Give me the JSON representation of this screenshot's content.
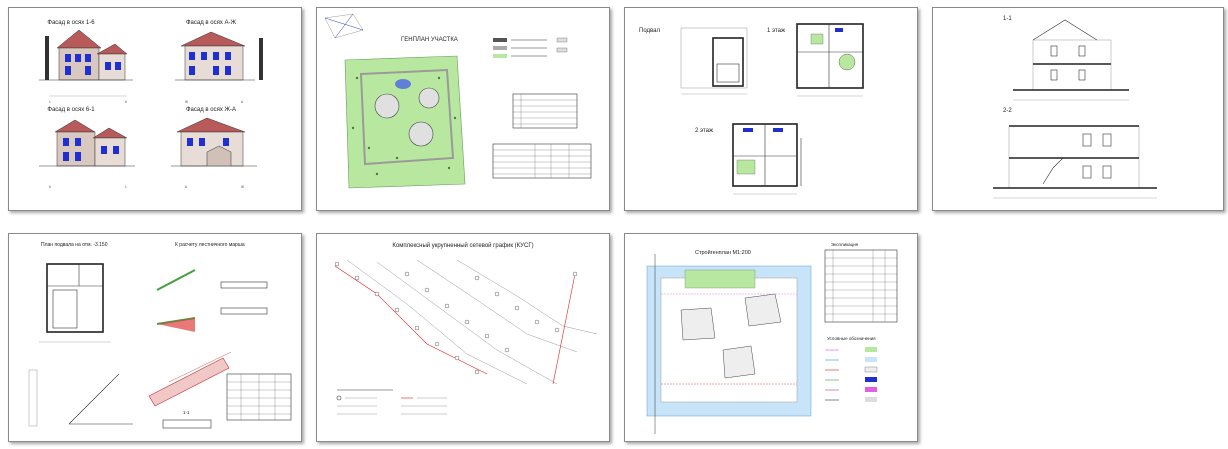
{
  "sheets": [
    {
      "id": "facades",
      "titles": [
        "Фасад в осях 1-6",
        "Фасад в осях А-Ж",
        "Фасад в осях 6-1",
        "Фасад в осях Ж-А"
      ]
    },
    {
      "id": "site-plan",
      "title": "ГЕНПЛАН  УЧАСТКА"
    },
    {
      "id": "floor-plans",
      "titles": [
        "Подвал",
        "1 этаж",
        "2 этаж"
      ]
    },
    {
      "id": "sections",
      "titles": [
        "1-1",
        "2-2"
      ]
    },
    {
      "id": "foundation",
      "titles": [
        "План подвала на отм. -3.150",
        "К расчету лестничного марша",
        "1-1"
      ]
    },
    {
      "id": "network",
      "title": "Комплексный укрупненный сетевой график (КУСГ)"
    },
    {
      "id": "construction",
      "titles": [
        "Стройгенплан  М1:200",
        "Экспликация",
        "Условные обозначения"
      ]
    }
  ],
  "colors": {
    "roof": "#b85a5a",
    "window": "#2030d0",
    "lawn": "#b8e8a0",
    "road": "#c8e4f8",
    "critical": "#e02020"
  }
}
